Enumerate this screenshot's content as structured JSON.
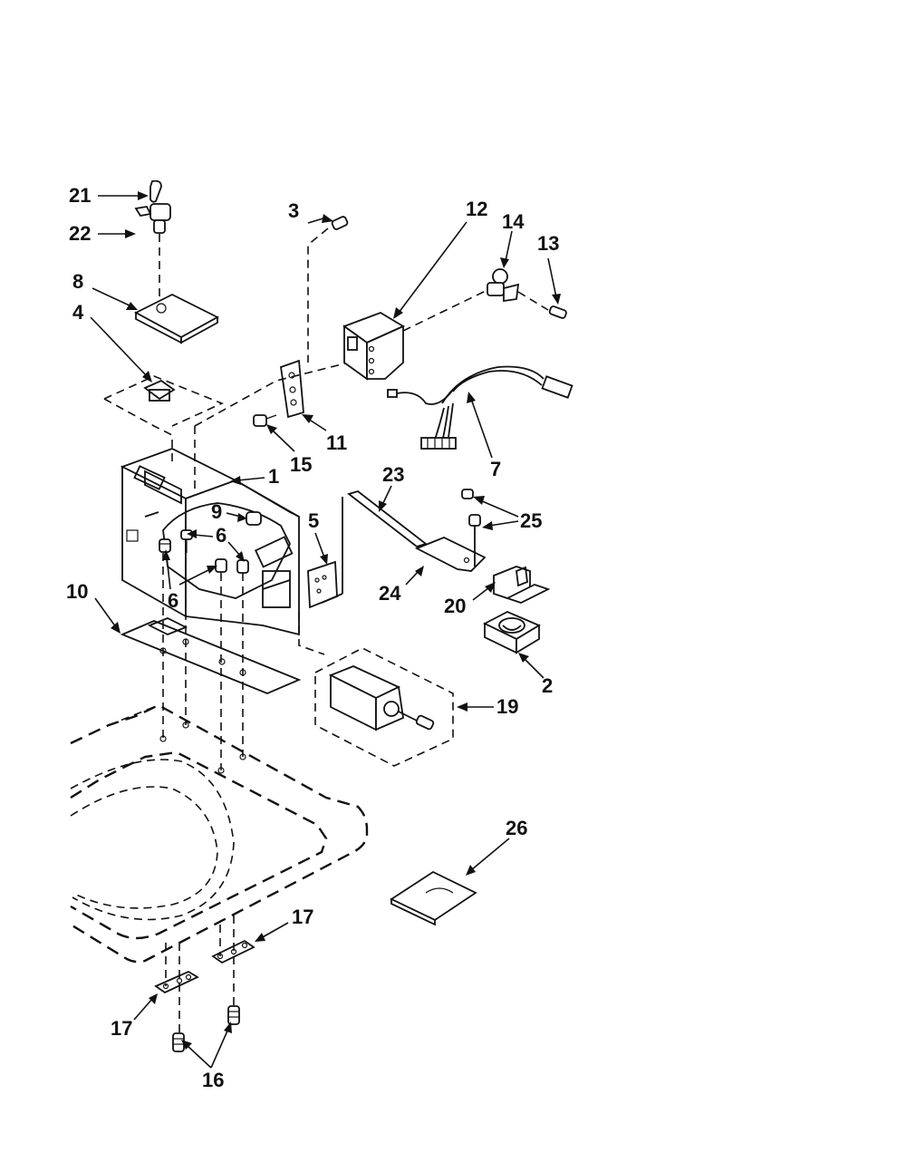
{
  "diagram": {
    "callouts": [
      {
        "id": "c21",
        "text": "21"
      },
      {
        "id": "c22",
        "text": "22"
      },
      {
        "id": "c8",
        "text": "8"
      },
      {
        "id": "c4",
        "text": "4"
      },
      {
        "id": "c3",
        "text": "3"
      },
      {
        "id": "c12",
        "text": "12"
      },
      {
        "id": "c14",
        "text": "14"
      },
      {
        "id": "c13",
        "text": "13"
      },
      {
        "id": "c11",
        "text": "11"
      },
      {
        "id": "c15",
        "text": "15"
      },
      {
        "id": "c7",
        "text": "7"
      },
      {
        "id": "c1",
        "text": "1"
      },
      {
        "id": "c9",
        "text": "9"
      },
      {
        "id": "c6a",
        "text": "6"
      },
      {
        "id": "c6b",
        "text": "6"
      },
      {
        "id": "c5",
        "text": "5"
      },
      {
        "id": "c23",
        "text": "23"
      },
      {
        "id": "c25",
        "text": "25"
      },
      {
        "id": "c24",
        "text": "24"
      },
      {
        "id": "c20",
        "text": "20"
      },
      {
        "id": "c10",
        "text": "10"
      },
      {
        "id": "c2",
        "text": "2"
      },
      {
        "id": "c19",
        "text": "19"
      },
      {
        "id": "c26",
        "text": "26"
      },
      {
        "id": "c17a",
        "text": "17"
      },
      {
        "id": "c17b",
        "text": "17"
      },
      {
        "id": "c16",
        "text": "16"
      }
    ]
  }
}
